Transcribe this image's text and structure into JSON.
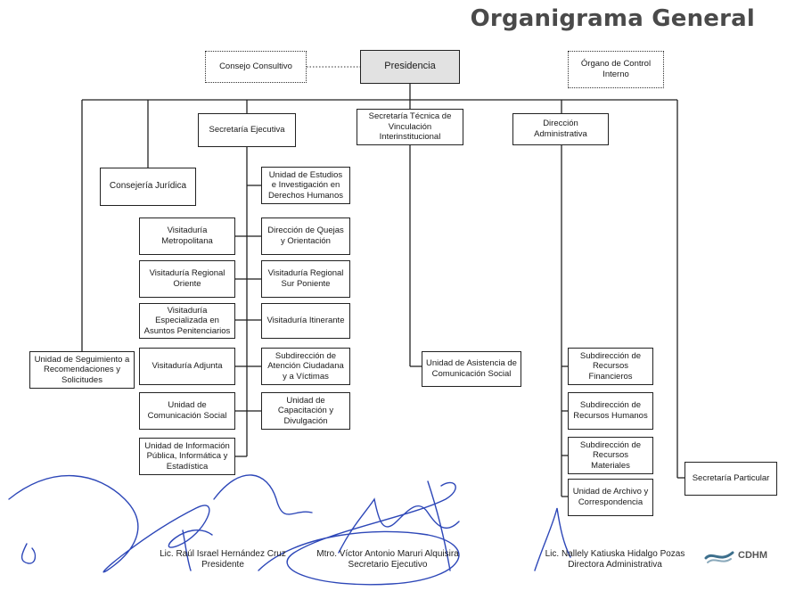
{
  "title": "Organigrama General",
  "boxes": {
    "consejo": "Consejo Consultivo",
    "presidencia": "Presidencia",
    "organo": "Órgano de Control Interno",
    "secretaria_ejecutiva": "Secretaría Ejecutiva",
    "secretaria_tecnica": "Secretaría Técnica de Vinculación Interinstitucional",
    "direccion_admin": "Dirección Administrativa",
    "consejeria": "Consejería Jurídica",
    "unidad_estudios": "Unidad de Estudios e Investigación en Derechos Humanos",
    "visitaduria_metro": "Visitaduría Metropolitana",
    "direccion_quejas": "Dirección de Quejas y Orientación",
    "visitaduria_oriente": "Visitaduría Regional Oriente",
    "visitaduria_sur": "Visitaduría Regional Sur Poniente",
    "visitaduria_esp": "Visitaduría Especializada en Asuntos Penitenciarios",
    "visitaduria_itin": "Visitaduría Itinerante",
    "visitaduria_adj": "Visitaduría Adjunta",
    "subdir_atencion": "Subdirección de Atención Ciudadana y a Víctimas",
    "unidad_comunicacion": "Unidad de Comunicación Social",
    "unidad_capacitacion": "Unidad de Capacitación y Divulgación",
    "unidad_informacion": "Unidad de Información Pública, Informática y Estadística",
    "unidad_seguimiento": "Unidad de Seguimiento a Recomendaciones y Solicitudes",
    "unidad_asistencia": "Unidad de Asistencia de Comunicación Social",
    "subdir_financieros": "Subdirección de Recursos Financieros",
    "subdir_humanos": "Subdirección de Recursos Humanos",
    "subdir_materiales": "Subdirección de Recursos Materiales",
    "unidad_archivo": "Unidad de Archivo y Correspondencia",
    "secretaria_particular": "Secretaría Particular"
  },
  "signatures": {
    "presidente_name": "Lic. Raúl Israel Hernández Cruz",
    "presidente_role": "Presidente",
    "secretario_name": "Mtro. Víctor Antonio Maruri Alquisira",
    "secretario_role": "Secretario Ejecutivo",
    "directora_name": "Lic. Nallely Katiuska Hidalgo Pozas",
    "directora_role": "Directora Administrativa"
  },
  "logo": {
    "text": "CDHM",
    "accent": "#3d6f8c"
  }
}
